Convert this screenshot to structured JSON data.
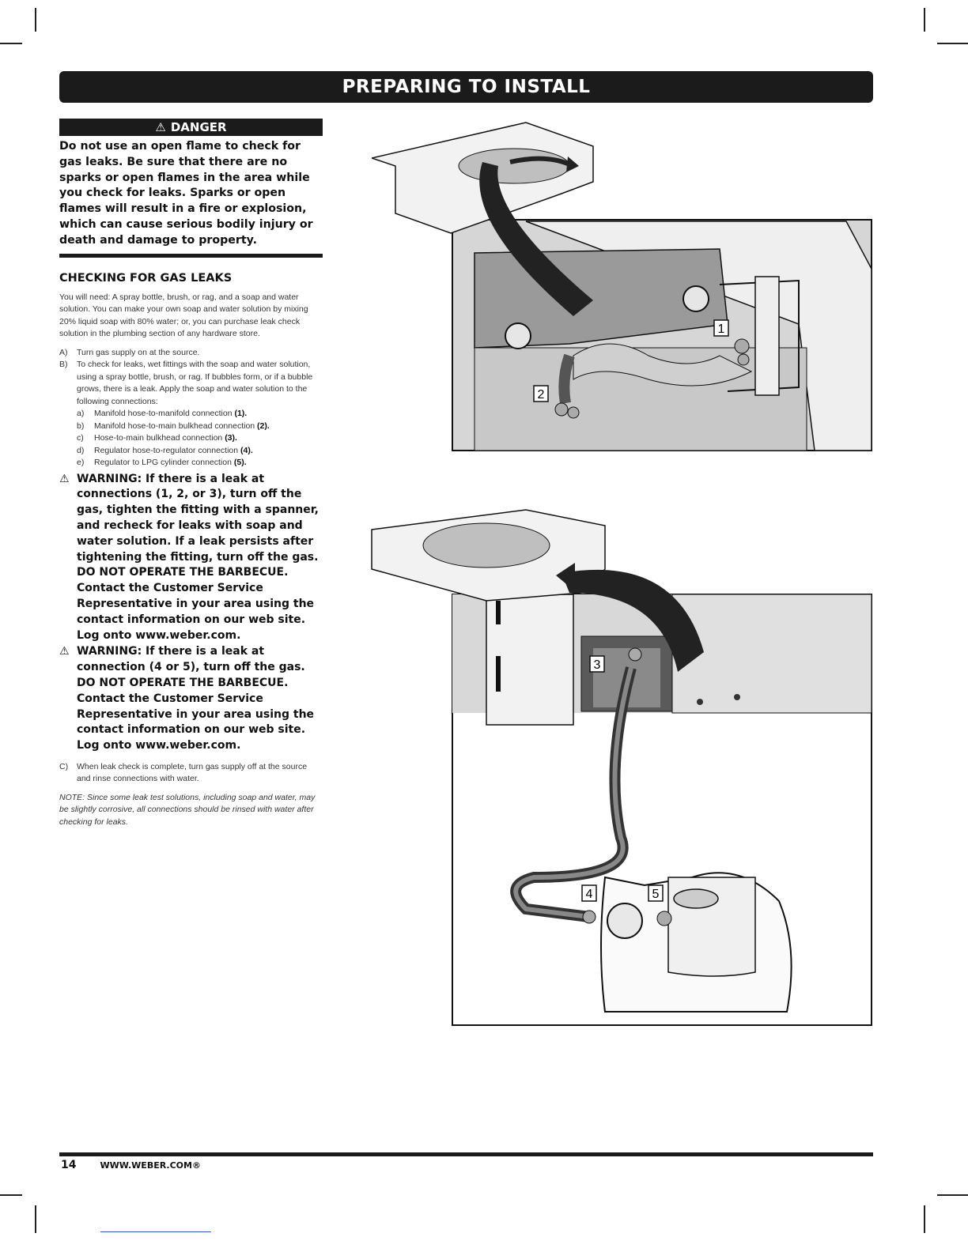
{
  "header": {
    "title": "PREPARING TO INSTALL"
  },
  "danger": {
    "icon": "warning-triangle-icon",
    "label": "DANGER",
    "text": "Do not use an open flame to check for gas leaks. Be sure that there are no sparks or open flames in the area while you check for leaks. Sparks or open flames will result in a fire or explosion, which can cause serious bodily injury or death and damage to property."
  },
  "section": {
    "title": "CHECKING FOR GAS LEAKS",
    "intro": "You will need: A spray bottle, brush, or rag, and a soap and water solution. You can make your own soap and water solution by mixing 20% liquid soap with 80% water; or, you can purchase leak check solution in the plumbing section of any hardware store.",
    "steps": [
      {
        "label": "A)",
        "text": "Turn gas supply on at the source."
      },
      {
        "label": "B)",
        "text": "To check for leaks, wet fittings with the soap and water solution, using a spray bottle, brush, or rag. If bubbles form, or if a bubble grows, there is a leak. Apply the soap and water solution to the following connections:"
      }
    ],
    "connections": [
      {
        "label": "a)",
        "text": "Manifold hose-to-manifold connection",
        "num": "(1)."
      },
      {
        "label": "b)",
        "text": "Manifold hose-to-main bulkhead connection",
        "num": "(2)."
      },
      {
        "label": "c)",
        "text": "Hose-to-main bulkhead connection",
        "num": "(3)."
      },
      {
        "label": "d)",
        "text": "Regulator hose-to-regulator connection",
        "num": "(4)."
      },
      {
        "label": "e)",
        "text": "Regulator to LPG cylinder connection",
        "num": "(5)."
      }
    ],
    "warnings": [
      "WARNING: If there is a leak at connections (1, 2, or 3), turn off the gas, tighten the fitting with a spanner, and recheck for leaks with soap and water solution. If a leak persists after tightening the fitting, turn off the gas. DO NOT OPERATE THE BARBECUE. Contact the Customer Service Representative in your area using the contact information on our web site. Log onto www.weber.com.",
      "WARNING: If there is a leak at connection (4 or 5), turn off the gas. DO NOT OPERATE THE BARBECUE. Contact the Customer Service Representative in your area using the contact information on our web site. Log onto www.weber.com."
    ],
    "step_c": {
      "label": "C)",
      "text": "When leak check is complete, turn gas supply off at the source and rinse connections with water."
    },
    "note": "NOTE: Since some leak test solutions, including soap and water, may be slightly corrosive, all connections should be rinsed with water after checking for leaks."
  },
  "figure1": {
    "callouts": [
      "1",
      "2"
    ]
  },
  "figure2": {
    "callouts": [
      "3",
      "4",
      "5"
    ]
  },
  "footer": {
    "page": "14",
    "site": "WWW.WEBER.COM®"
  }
}
